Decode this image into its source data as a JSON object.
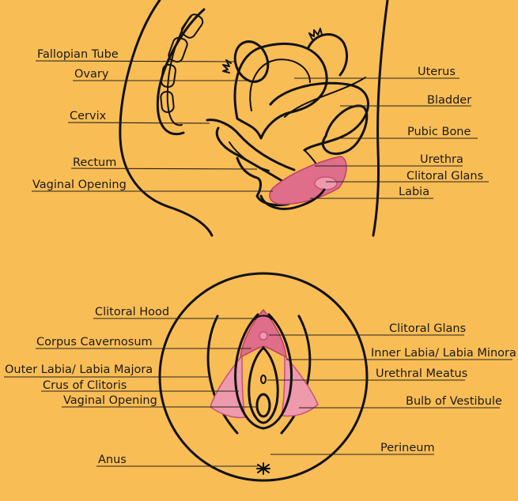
{
  "colors": {
    "background": "#F9BD55",
    "outline": "#111111",
    "tissue_pink": "#DE6E8A",
    "tissue_light_pink": "#EE9AAD"
  },
  "side_view": {
    "labels": {
      "fallopian_tube": "Fallopian Tube",
      "ovary": "Ovary",
      "cervix": "Cervix",
      "rectum": "Rectum",
      "vaginal_opening": "Vaginal Opening",
      "uterus": "Uterus",
      "bladder": "Bladder",
      "pubic_bone": "Pubic Bone",
      "urethra": "Urethra",
      "clitoral_glans": "Clitoral Glans",
      "labia": "Labia"
    }
  },
  "front_view": {
    "labels": {
      "clitoral_hood": "Clitoral Hood",
      "corpus_cavernosum": "Corpus Cavernosum",
      "outer_labia": "Outer Labia/ Labia Majora",
      "crus_of_clitoris": "Crus of Clitoris",
      "vaginal_opening": "Vaginal Opening",
      "anus": "Anus",
      "clitoral_glans": "Clitoral Glans",
      "inner_labia": "Inner Labia/ Labia Minora",
      "urethral_meatus": "Urethral Meatus",
      "bulb_of_vestibule": "Bulb of Vestibule",
      "perineum": "Perineum"
    }
  }
}
